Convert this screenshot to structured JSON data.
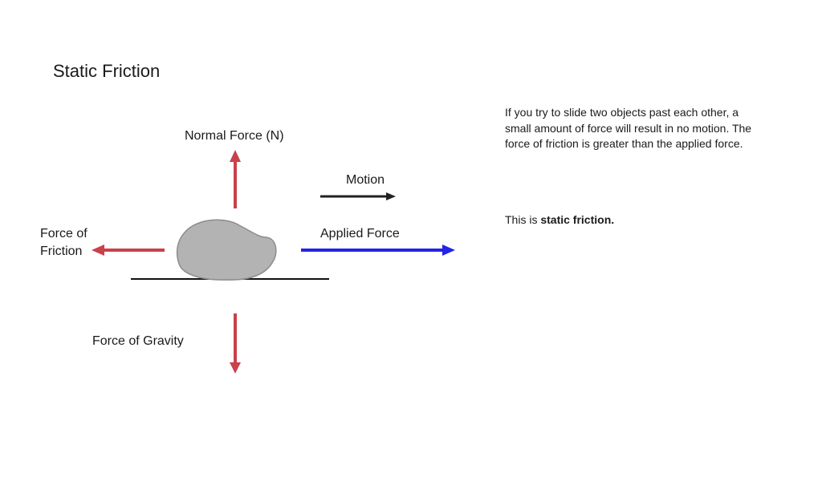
{
  "title": "Static Friction",
  "labels": {
    "normal_force": "Normal Force (N)",
    "motion": "Motion",
    "friction_line1": "Force of",
    "friction_line2": "Friction",
    "applied_force": "Applied Force",
    "gravity": "Force of Gravity"
  },
  "explanation": "If you try to slide two objects past each other, a small amount of force will result in no motion. The force of friction is greater than the applied force.",
  "note": {
    "prefix": "This is ",
    "emphasis": "static friction."
  },
  "colors": {
    "force_arrow": "#c8414b",
    "applied_arrow": "#2424e6",
    "motion_arrow": "#222222",
    "object_fill": "#b3b3b3",
    "object_stroke": "#8c8c8c",
    "ground": "#111111"
  }
}
